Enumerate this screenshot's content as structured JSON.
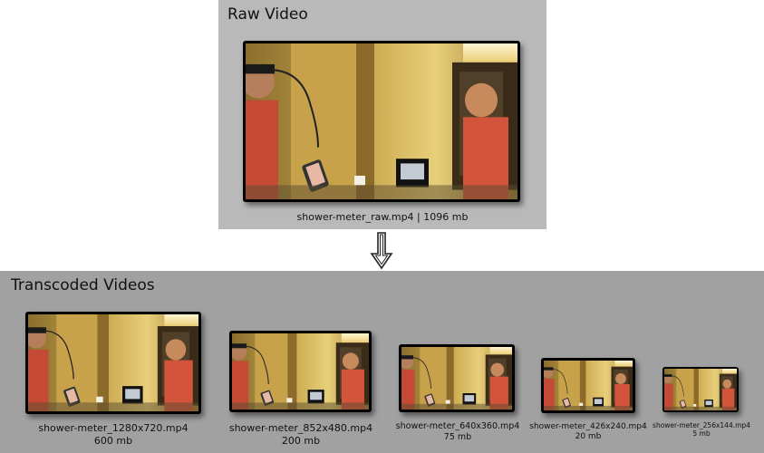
{
  "raw": {
    "title": "Raw Video",
    "caption": "shower-meter_raw.mp4 | 1096 mb"
  },
  "transcoded": {
    "title": "Transcoded Videos",
    "items": [
      {
        "filename": "shower-meter_1280x720.mp4",
        "size": "600 mb"
      },
      {
        "filename": "shower-meter_852x480.mp4",
        "size": "200 mb"
      },
      {
        "filename": "shower-meter_640x360.mp4",
        "size": "75 mb"
      },
      {
        "filename": "shower-meter_426x240.mp4",
        "size": "20 mb"
      },
      {
        "filename": "shower-meter_256x144.mp4",
        "size": "5 mb"
      }
    ]
  },
  "icons": {
    "arrow": "down-arrow-icon"
  }
}
